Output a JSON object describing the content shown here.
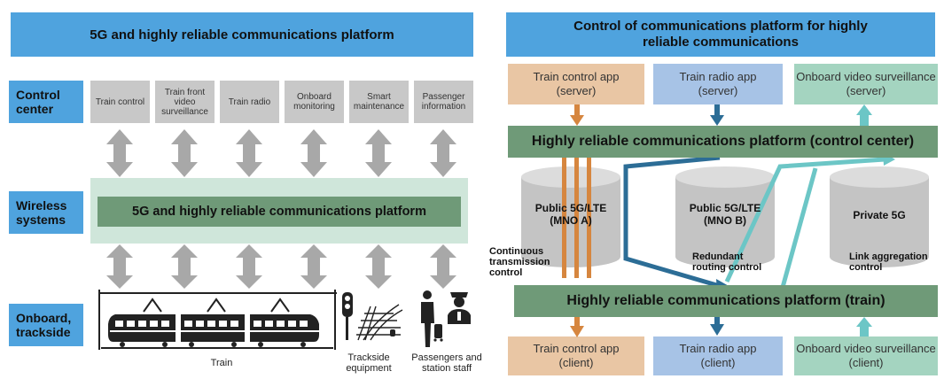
{
  "left": {
    "title": "5G and highly reliable communications platform",
    "rows": {
      "control_center": "Control center",
      "wireless": "Wireless systems",
      "onboard": "Onboard, trackside"
    },
    "apps": [
      "Train control",
      "Train front video surveillance",
      "Train radio",
      "Onboard monitoring",
      "Smart maintenance",
      "Passenger information"
    ],
    "platform": "5G and highly reliable communications platform",
    "bottom": {
      "train": "Train",
      "trackside": "Trackside equipment",
      "passengers": "Passengers and station staff"
    }
  },
  "right": {
    "title": "Control of communications platform for highly reliable communications",
    "server_apps": {
      "train_control": "Train control app (server)",
      "train_radio": "Train radio app (server)",
      "video": "Onboard video surveillance (server)"
    },
    "platform_center": "Highly reliable communications platform (control center)",
    "networks": {
      "mno_a": "Public 5G/LTE (MNO A)",
      "mno_b": "Public 5G/LTE (MNO B)",
      "private": "Private 5G"
    },
    "notes": {
      "continuous": "Continuous transmission control",
      "redundant": "Redundant routing control",
      "link": "Link aggregation control"
    },
    "platform_train": "Highly reliable communications platform (train)",
    "client_apps": {
      "train_control": "Train control app (client)",
      "train_radio": "Train radio app (client)",
      "video": "Onboard video surveillance (client)"
    }
  },
  "colors": {
    "banner_blue": "#4fa3de",
    "platform_green": "#6f9a78",
    "arrow_gray": "#a8a8a8",
    "orange": "#d6863f",
    "dark_blue": "#2c6d96",
    "teal": "#6cc6c6"
  }
}
